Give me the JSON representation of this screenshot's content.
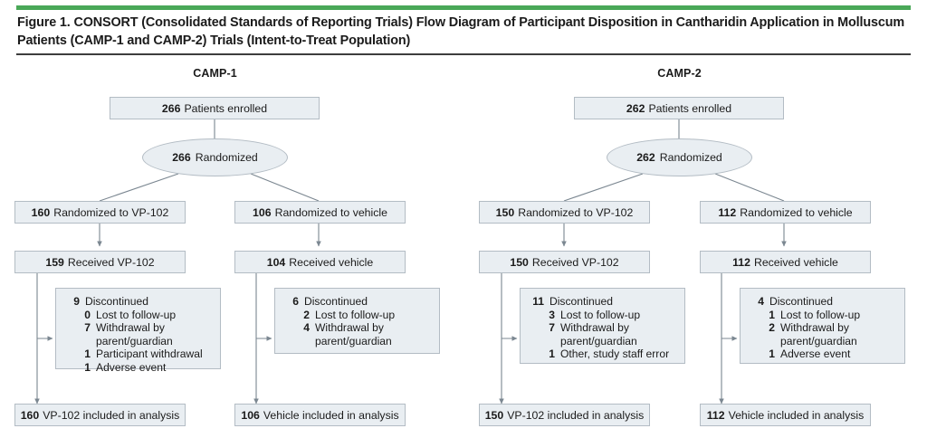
{
  "figure": {
    "caption": "Figure 1. CONSORT (Consolidated Standards of Reporting Trials) Flow Diagram of Participant Disposition in Cantharidin Application in Molluscum Patients (CAMP-1 and CAMP-2) Trials (Intent-to-Treat Population)",
    "rule_color_top": "#4aa858",
    "rule_color_bottom": "#3d3d3d",
    "box_fill": "#e9eef2",
    "box_border": "#b3bcc4",
    "connector_color": "#7b8791"
  },
  "chart_data": {
    "type": "diagram",
    "title": "CONSORT Flow Diagram of Participant Disposition",
    "panels": [
      {
        "name": "CAMP-1",
        "enrolled": {
          "count": "266",
          "label": "Patients enrolled"
        },
        "randomized": {
          "count": "266",
          "label": "Randomized"
        },
        "arms": [
          {
            "arm": "VP-102",
            "allocated": {
              "count": "160",
              "label": "Randomized to VP-102"
            },
            "received": {
              "count": "159",
              "label": "Received VP-102"
            },
            "discontinued": {
              "count": "9",
              "label": "Discontinued",
              "reasons": [
                {
                  "count": "0",
                  "label": "Lost to follow-up"
                },
                {
                  "count": "7",
                  "label": "Withdrawal by",
                  "label2": "parent/guardian"
                },
                {
                  "count": "1",
                  "label": "Participant withdrawal"
                },
                {
                  "count": "1",
                  "label": " Adverse event"
                }
              ]
            },
            "analyzed": {
              "count": "160",
              "label": "VP-102 included in analysis"
            }
          },
          {
            "arm": "vehicle",
            "allocated": {
              "count": "106",
              "label": "Randomized to vehicle"
            },
            "received": {
              "count": "104",
              "label": "Received vehicle"
            },
            "discontinued": {
              "count": "6",
              "label": "Discontinued",
              "reasons": [
                {
                  "count": "2",
                  "label": "Lost to follow-up"
                },
                {
                  "count": "4",
                  "label": "Withdrawal by",
                  "label2": "parent/guardian"
                }
              ]
            },
            "analyzed": {
              "count": "106",
              "label": "Vehicle included in analysis"
            }
          }
        ]
      },
      {
        "name": "CAMP-2",
        "enrolled": {
          "count": "262",
          "label": "Patients enrolled"
        },
        "randomized": {
          "count": "262",
          "label": "Randomized"
        },
        "arms": [
          {
            "arm": "VP-102",
            "allocated": {
              "count": "150",
              "label": "Randomized to VP-102"
            },
            "received": {
              "count": "150",
              "label": "Received VP-102"
            },
            "discontinued": {
              "count": "11",
              "label": "Discontinued",
              "reasons": [
                {
                  "count": "3",
                  "label": "Lost to follow-up"
                },
                {
                  "count": "7",
                  "label": "Withdrawal by",
                  "label2": "parent/guardian"
                },
                {
                  "count": "1",
                  "label": "Other, study staff error"
                }
              ]
            },
            "analyzed": {
              "count": "150",
              "label": "VP-102 included in analysis"
            }
          },
          {
            "arm": "vehicle",
            "allocated": {
              "count": "112",
              "label": "Randomized to vehicle"
            },
            "received": {
              "count": "112",
              "label": "Received vehicle"
            },
            "discontinued": {
              "count": "4",
              "label": "Discontinued",
              "reasons": [
                {
                  "count": "1",
                  "label": "Lost to follow-up"
                },
                {
                  "count": "2",
                  "label": "Withdrawal by",
                  "label2": "parent/guardian"
                },
                {
                  "count": "1",
                  "label": " Adverse event"
                }
              ]
            },
            "analyzed": {
              "count": "112",
              "label": "Vehicle included in analysis"
            }
          }
        ]
      }
    ]
  }
}
